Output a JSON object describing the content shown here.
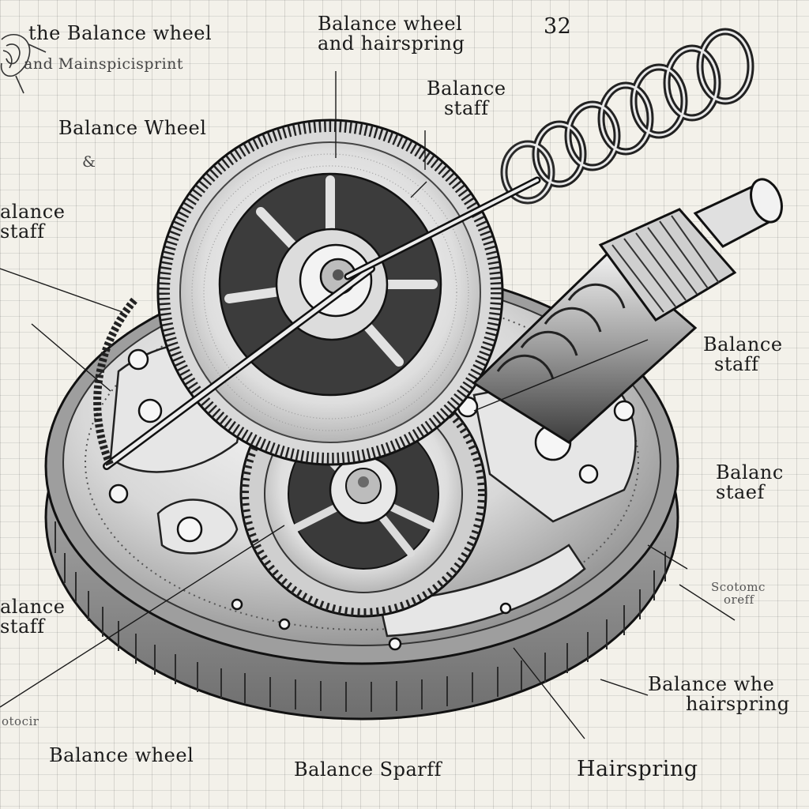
{
  "page_number": "32",
  "labels": {
    "top_left_title": "the Balance wheel",
    "top_left_subtitle": "and Mainspicisprint",
    "top_center_line1": "Balance wheel",
    "top_center_line2": "and hairspring",
    "top_center_right_line1": "Balance",
    "top_center_right_line2": "staff",
    "left_balance_wheel": "Balance Wheel",
    "left_ampersand": "&",
    "left_edge_1_line1": "alance",
    "left_edge_1_line2": "staff",
    "left_edge_2_line1": "alance",
    "left_edge_2_line2": "staff",
    "right_1_line1": "Balance",
    "right_1_line2": "staff",
    "right_2_line1": "Balanc",
    "right_2_line2": "staef",
    "right_3_line1": "Scotomc",
    "right_3_line2": "oreff",
    "right_4_line1": "Balance whe",
    "right_4_line2": "hairspring",
    "left_bottom_small": "otocir",
    "bottom_balance_wheel": "Balance wheel",
    "bottom_balance_sparff": "Balance Sparff",
    "bottom_hairspring": "Hairspring"
  },
  "icons": {
    "flower_sketch": "flower-sketch-icon"
  },
  "colors": {
    "paper": "#f3f1ea",
    "ink": "#1a1a1a",
    "metal_light": "#eeeeee",
    "metal_mid": "#bdbdbd",
    "metal_dark": "#555555"
  }
}
